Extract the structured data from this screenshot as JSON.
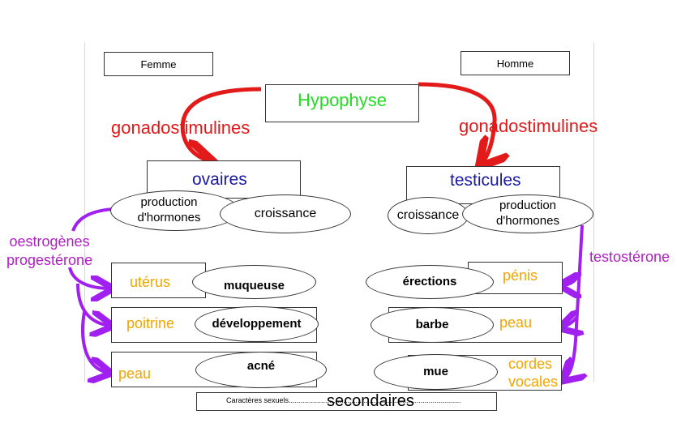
{
  "columns": {
    "left": "Femme",
    "right": "Homme"
  },
  "center": "Hypophyse",
  "hormone_signal_left": "gonadostimulines",
  "hormone_signal_right": "gonadostimulines",
  "female": {
    "organ": "ovaires",
    "function_production": "production d'hormones",
    "function_growth": "croissance",
    "hormones": [
      "oestrogènes",
      "progestérone"
    ],
    "targets": [
      {
        "organ": "utérus",
        "effect": "muqueuse"
      },
      {
        "organ": "poitrine",
        "effect": "développement"
      },
      {
        "organ": "peau",
        "effect": "acné"
      }
    ]
  },
  "male": {
    "organ": "testicules",
    "function_growth": "croissance",
    "function_production": "production d'hormones",
    "hormone": "testostérone",
    "targets": [
      {
        "organ": "pénis",
        "effect": "érections"
      },
      {
        "organ": "peau",
        "effect": "barbe"
      },
      {
        "organ": "cordes vocales",
        "effect": "mue"
      }
    ]
  },
  "footer": {
    "small_text": "Caractères   sexuels.....................................................................................",
    "large_text": "secondaires"
  },
  "colors": {
    "gonadostimulines": "#e21a1a",
    "hypophyse": "#22dd22",
    "organs": "#1a1aa0",
    "hormones_arrows": "#a020f0",
    "target_organs": "#f0a500"
  }
}
